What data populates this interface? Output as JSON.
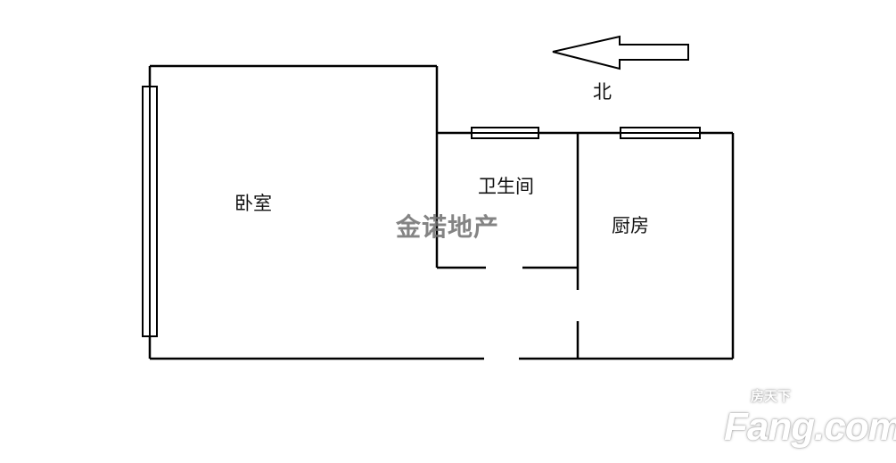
{
  "rooms": {
    "bedroom": "卧室",
    "bathroom": "卫生间",
    "kitchen": "厨房"
  },
  "compass": {
    "label": "北",
    "direction": "left"
  },
  "watermark": "金诺地产",
  "logo": {
    "text": "Fang.com",
    "cn": "房天下"
  }
}
